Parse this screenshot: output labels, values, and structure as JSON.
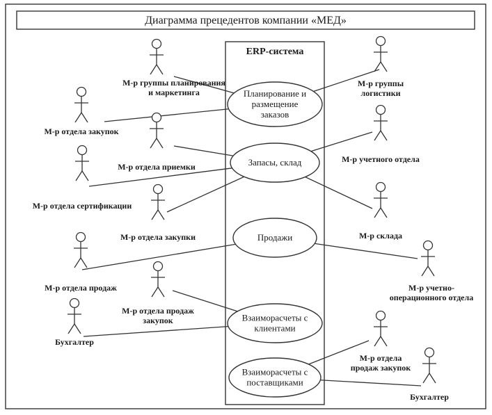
{
  "diagram": {
    "title": "Диаграмма прецедентов компании «МЕД»",
    "system_name": "ERP-система",
    "use_cases": [
      {
        "id": "uc-planning",
        "lines": [
          "Планирование и",
          "размещение",
          "заказов"
        ]
      },
      {
        "id": "uc-inventory",
        "lines": [
          "Запасы, склад"
        ]
      },
      {
        "id": "uc-sales",
        "lines": [
          "Продажи"
        ]
      },
      {
        "id": "uc-client-settlements",
        "lines": [
          "Взаиморасчеты с",
          "клиентами"
        ]
      },
      {
        "id": "uc-supplier-settlements",
        "lines": [
          "Взаиморасчеты с",
          "поставщиками"
        ]
      }
    ],
    "actors": [
      {
        "id": "actor-planning-marketing",
        "lines": [
          "М-р группы планирования",
          "и маркетинга"
        ]
      },
      {
        "id": "actor-purchasing-dept",
        "lines": [
          "М-р отдела закупок"
        ]
      },
      {
        "id": "actor-receiving-dept",
        "lines": [
          "М-р отдела приемки"
        ]
      },
      {
        "id": "actor-certification-dept",
        "lines": [
          "М-р отдела сертификации"
        ]
      },
      {
        "id": "actor-purchasing-dept-2",
        "lines": [
          "М-р отдела закупки"
        ]
      },
      {
        "id": "actor-sales-dept",
        "lines": [
          "М-р отдела продаж"
        ]
      },
      {
        "id": "actor-sales-purchasing-left",
        "lines": [
          "М-р отдела продаж",
          "закупок"
        ]
      },
      {
        "id": "actor-accountant-left",
        "lines": [
          "Бухгалтер"
        ]
      },
      {
        "id": "actor-logistics-group",
        "lines": [
          "М-р группы",
          "логистики"
        ]
      },
      {
        "id": "actor-accounting-dept",
        "lines": [
          "М-р учетного отдела"
        ]
      },
      {
        "id": "actor-warehouse",
        "lines": [
          "М-р склада"
        ]
      },
      {
        "id": "actor-accounting-operations",
        "lines": [
          "М-р учетно-",
          "операционного отдела"
        ]
      },
      {
        "id": "actor-sales-purchasing-right",
        "lines": [
          "М-р отдела",
          "продаж закупок"
        ]
      },
      {
        "id": "actor-accountant-right",
        "lines": [
          "Бухгалтер"
        ]
      }
    ],
    "associations": [
      [
        "actor-planning-marketing",
        "uc-planning"
      ],
      [
        "actor-purchasing-dept",
        "uc-planning"
      ],
      [
        "actor-logistics-group",
        "uc-planning"
      ],
      [
        "actor-receiving-dept",
        "uc-inventory"
      ],
      [
        "actor-certification-dept",
        "uc-inventory"
      ],
      [
        "actor-purchasing-dept-2",
        "uc-inventory"
      ],
      [
        "actor-accounting-dept",
        "uc-inventory"
      ],
      [
        "actor-warehouse",
        "uc-inventory"
      ],
      [
        "actor-sales-dept",
        "uc-sales"
      ],
      [
        "actor-accounting-operations",
        "uc-sales"
      ],
      [
        "actor-sales-purchasing-left",
        "uc-client-settlements"
      ],
      [
        "actor-accountant-left",
        "uc-client-settlements"
      ],
      [
        "actor-sales-purchasing-right",
        "uc-supplier-settlements"
      ],
      [
        "actor-accountant-right",
        "uc-supplier-settlements"
      ]
    ]
  }
}
